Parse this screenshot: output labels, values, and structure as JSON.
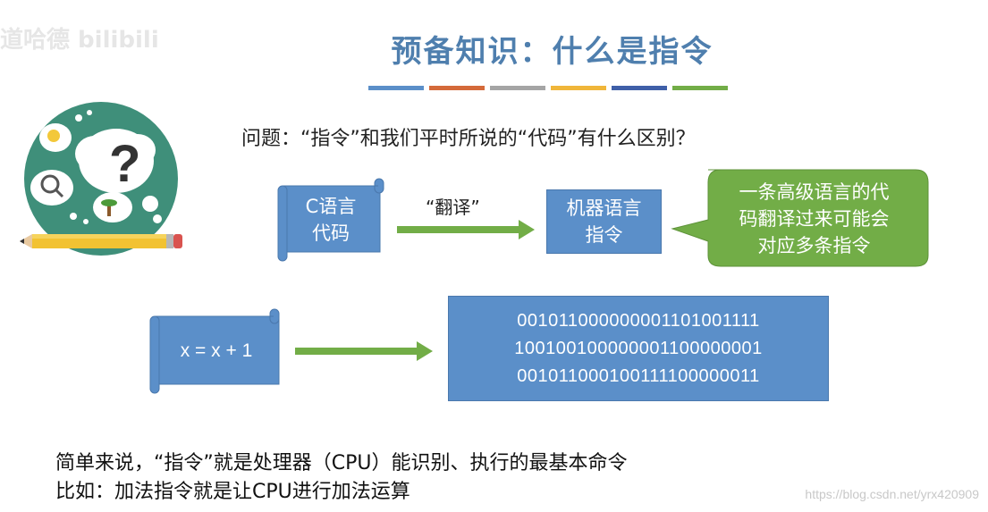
{
  "title": "预备知识：什么是指令",
  "colors": [
    "#5b8fc9",
    "#d46a3a",
    "#a5a5a5",
    "#f0b63a",
    "#3f5fa8",
    "#72ad47"
  ],
  "question": "问题：“指令”和我们平时所说的“代码”有什么区别？",
  "flow1": {
    "source_line1": "C语言",
    "source_line2": "代码",
    "arrow_label": "“翻译”",
    "target_line1": "机器语言",
    "target_line2": "指令",
    "note_lines": [
      "一条高级语言的代",
      "码翻译过来可能会",
      "对应多条指令"
    ]
  },
  "flow2": {
    "source": "x = x + 1",
    "binary_lines": [
      "001011000000001101001111",
      "100100100000001100000001",
      "001011000100111100000011"
    ]
  },
  "summary_line1": "简单来说，“指令”就是处理器（CPU）能识别、执行的最基本命令",
  "summary_line2": "比如：加法指令就是让CPU进行加法运算",
  "watermark_url": "https://blog.csdn.net/yrx420909",
  "watermark_logo": "道哈德 bilibili"
}
